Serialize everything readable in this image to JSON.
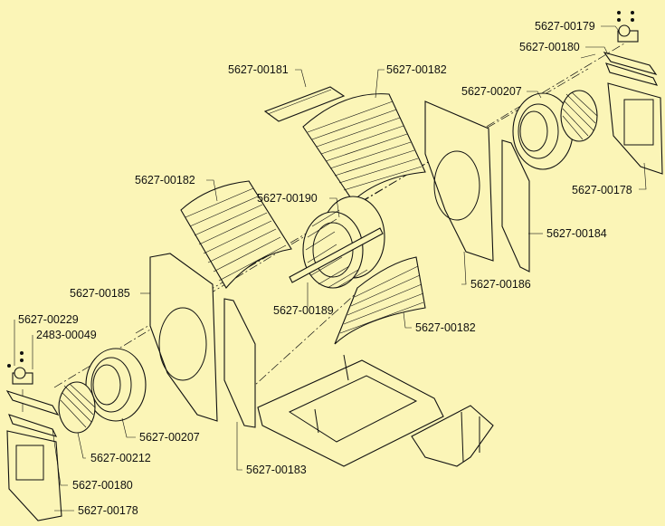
{
  "diagram": {
    "background": "#fbf5b7",
    "line_color": "#111111",
    "labels": {
      "p00179": "5627-00179",
      "p00180_top": "5627-00180",
      "p00181": "5627-00181",
      "p00182_top": "5627-00182",
      "p00207_top": "5627-00207",
      "p00178_top": "5627-00178",
      "p00182_left": "5627-00182",
      "p00190": "5627-00190",
      "p00184": "5627-00184",
      "p00185": "5627-00185",
      "p00186": "5627-00186",
      "p00189": "5627-00189",
      "p00229": "5627-00229",
      "p00049": "2483-00049",
      "p00182_bottom": "5627-00182",
      "p00207_bottom": "5627-00207",
      "p00212": "5627-00212",
      "p00183": "5627-00183",
      "p00180_bottom": "5627-00180",
      "p00178_bottom": "5627-00178"
    }
  }
}
